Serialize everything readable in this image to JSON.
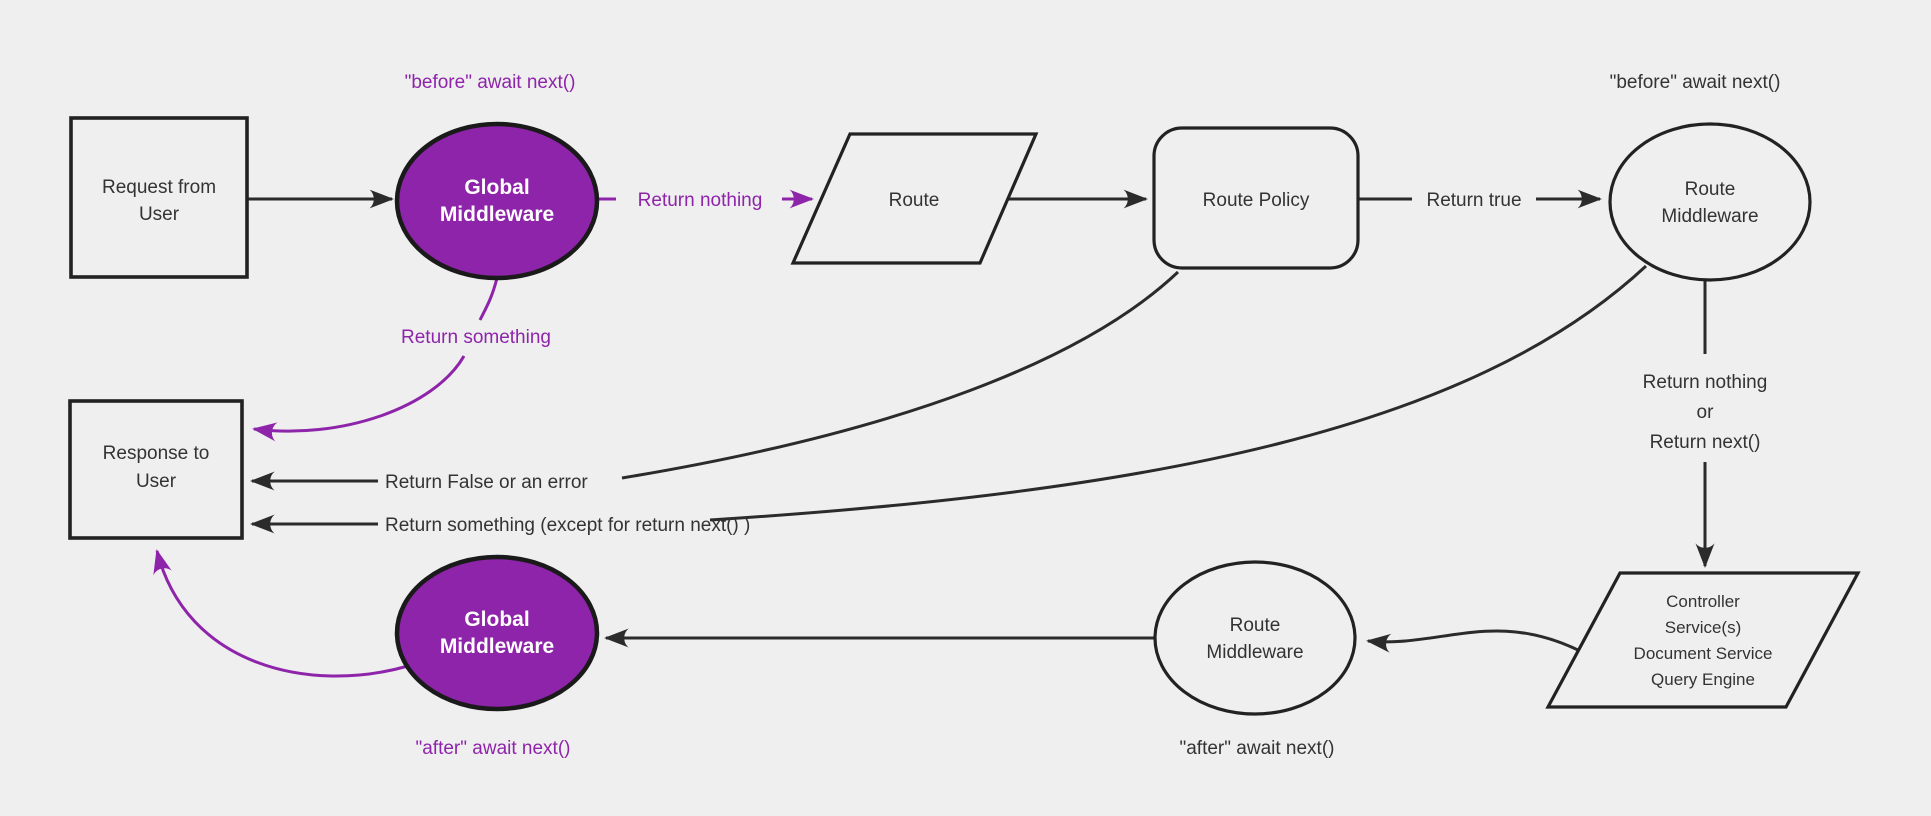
{
  "colors": {
    "background": "#efefef",
    "node_fill": "#efefef",
    "stroke_dark": "#222222",
    "edge_dark": "#2b2b2b",
    "purple": "#8e24aa",
    "text_dark": "#333333",
    "text_on_purple": "#ffffff"
  },
  "nodes": {
    "request_from_user": {
      "lines": [
        "Request from",
        "User"
      ]
    },
    "global_middleware_top": {
      "lines": [
        "Global",
        "Middleware"
      ]
    },
    "route": {
      "label": "Route"
    },
    "route_policy": {
      "label": "Route Policy"
    },
    "route_middleware_top": {
      "lines": [
        "Route",
        "Middleware"
      ]
    },
    "controller_services": {
      "lines": [
        "Controller",
        "Service(s)",
        "Document Service",
        "Query Engine"
      ]
    },
    "route_middleware_bottom": {
      "lines": [
        "Route",
        "Middleware"
      ]
    },
    "global_middleware_bottom": {
      "lines": [
        "Global",
        "Middleware"
      ]
    },
    "response_to_user": {
      "lines": [
        "Response to",
        "User"
      ]
    }
  },
  "annotations": {
    "before_await_next_left": "\"before\" await next()",
    "before_await_next_right": "\"before\" await next()",
    "after_await_next_left": "\"after\" await next()",
    "after_await_next_right": "\"after\" await next()"
  },
  "edge_labels": {
    "return_nothing": "Return nothing",
    "return_true": "Return true",
    "return_something": "Return something",
    "return_false_or_error": "Return False or an error",
    "return_something_except": "Return something (except for return next() )",
    "return_nothing_or": [
      "Return nothing",
      "or",
      "Return next()"
    ]
  }
}
